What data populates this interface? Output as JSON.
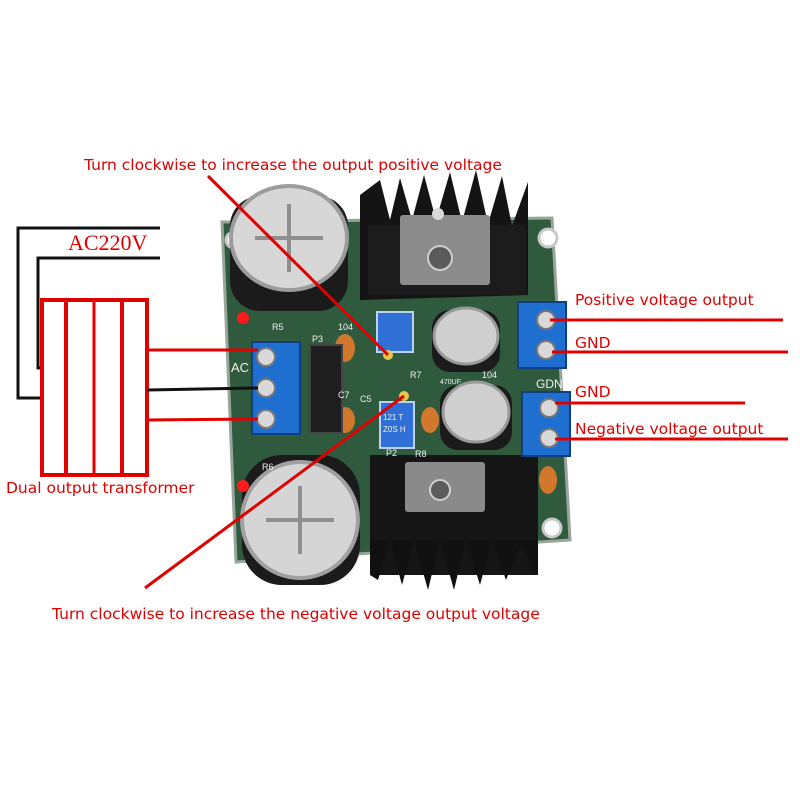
{
  "annotations": {
    "top_pot": "Turn clockwise to increase the output positive voltage",
    "bottom_pot": "Turn clockwise to increase the negative voltage output voltage",
    "ac_input": "AC220V",
    "transformer": "Dual output transformer",
    "positive_output": "Positive voltage output",
    "gnd_upper": "GND",
    "gnd_lower": "GND",
    "negative_output": "Negative voltage output"
  },
  "board_silkscreen": {
    "r5": "R5",
    "r6": "R6",
    "r7": "R7",
    "r8": "R8",
    "c5": "C5",
    "c7": "C7",
    "p3": "P3",
    "p2": "P2",
    "ac": "AC",
    "gdn": "GDN",
    "cap_104_a": "104",
    "cap_104_b": "104",
    "cap_470uf": "470UF",
    "pot_code": "121 T",
    "pot_code_2": "Z0S H"
  },
  "colors": {
    "annotation_red": "#e00000",
    "pcb_green": "#2f5a3e",
    "terminal_blue": "#1f6fd0",
    "heatsink_black": "#151515"
  }
}
